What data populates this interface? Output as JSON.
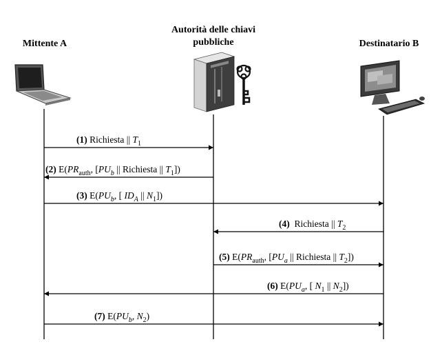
{
  "participants": {
    "sender": "Mittente A",
    "authority_line1": "Autorità delle chiavi",
    "authority_line2": "pubbliche",
    "receiver": "Destinatario B"
  },
  "messages": [
    {
      "num": "(1)",
      "from": "sender",
      "to": "authority",
      "parts": [
        {
          "t": " Richiesta || "
        },
        {
          "t": "T",
          "i": true
        },
        {
          "t": "1",
          "sub": true
        }
      ]
    },
    {
      "num": "(2)",
      "from": "authority",
      "to": "sender",
      "parts": [
        {
          "t": " E("
        },
        {
          "t": "PR",
          "i": true
        },
        {
          "t": "auth",
          "sub": true
        },
        {
          "t": ", ["
        },
        {
          "t": "PU",
          "i": true
        },
        {
          "t": "b",
          "sub": true,
          "i": true
        },
        {
          "t": " || Richiesta || "
        },
        {
          "t": "T",
          "i": true
        },
        {
          "t": "1",
          "sub": true
        },
        {
          "t": "])"
        }
      ]
    },
    {
      "num": "(3)",
      "from": "sender",
      "to": "receiver",
      "parts": [
        {
          "t": " E("
        },
        {
          "t": "PU",
          "i": true
        },
        {
          "t": "b",
          "sub": true,
          "i": true
        },
        {
          "t": ", [ "
        },
        {
          "t": "ID",
          "i": true
        },
        {
          "t": "A",
          "sub": true,
          "i": true
        },
        {
          "t": " || "
        },
        {
          "t": "N",
          "i": true
        },
        {
          "t": "1",
          "sub": true
        },
        {
          "t": "])"
        }
      ]
    },
    {
      "num": "(4)",
      "from": "receiver",
      "to": "authority",
      "parts": [
        {
          "t": "  Richiesta || "
        },
        {
          "t": "T",
          "i": true
        },
        {
          "t": "2",
          "sub": true
        }
      ]
    },
    {
      "num": "(5)",
      "from": "authority",
      "to": "receiver",
      "parts": [
        {
          "t": " E("
        },
        {
          "t": "PR",
          "i": true
        },
        {
          "t": "auth",
          "sub": true
        },
        {
          "t": ", ["
        },
        {
          "t": "PU",
          "i": true
        },
        {
          "t": "a",
          "sub": true,
          "i": true
        },
        {
          "t": " || Richiesta || "
        },
        {
          "t": "T",
          "i": true
        },
        {
          "t": "2",
          "sub": true
        },
        {
          "t": "])"
        }
      ]
    },
    {
      "num": "(6)",
      "from": "receiver",
      "to": "sender",
      "parts": [
        {
          "t": " E("
        },
        {
          "t": "PU",
          "i": true
        },
        {
          "t": "a",
          "sub": true,
          "i": true
        },
        {
          "t": ", [ "
        },
        {
          "t": "N",
          "i": true
        },
        {
          "t": "1",
          "sub": true
        },
        {
          "t": " || "
        },
        {
          "t": "N",
          "i": true
        },
        {
          "t": "2",
          "sub": true
        },
        {
          "t": "])"
        }
      ]
    },
    {
      "num": "(7)",
      "from": "sender",
      "to": "receiver",
      "parts": [
        {
          "t": " E("
        },
        {
          "t": "PU",
          "i": true
        },
        {
          "t": "b",
          "sub": true,
          "i": true
        },
        {
          "t": ", "
        },
        {
          "t": "N",
          "i": true
        },
        {
          "t": "2",
          "sub": true
        },
        {
          "t": ")"
        }
      ]
    }
  ],
  "icons": {
    "sender": "laptop-icon",
    "authority": "server-icon",
    "key": "key-icon",
    "receiver": "desktop-computer-icon"
  }
}
